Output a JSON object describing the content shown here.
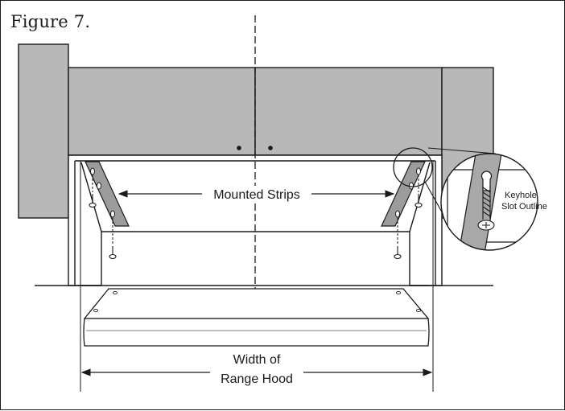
{
  "figure": {
    "title": "Figure 7."
  },
  "labels": {
    "mounted_strips": "Mounted Strips",
    "detail_line1": "Keyhole",
    "detail_line2": "Slot Outline",
    "width_line1": "Width of",
    "width_line2": "Range Hood"
  },
  "colors": {
    "cabinet": "#b8b8b8",
    "strip": "#9c9c9c",
    "line": "#1a1a1a"
  }
}
